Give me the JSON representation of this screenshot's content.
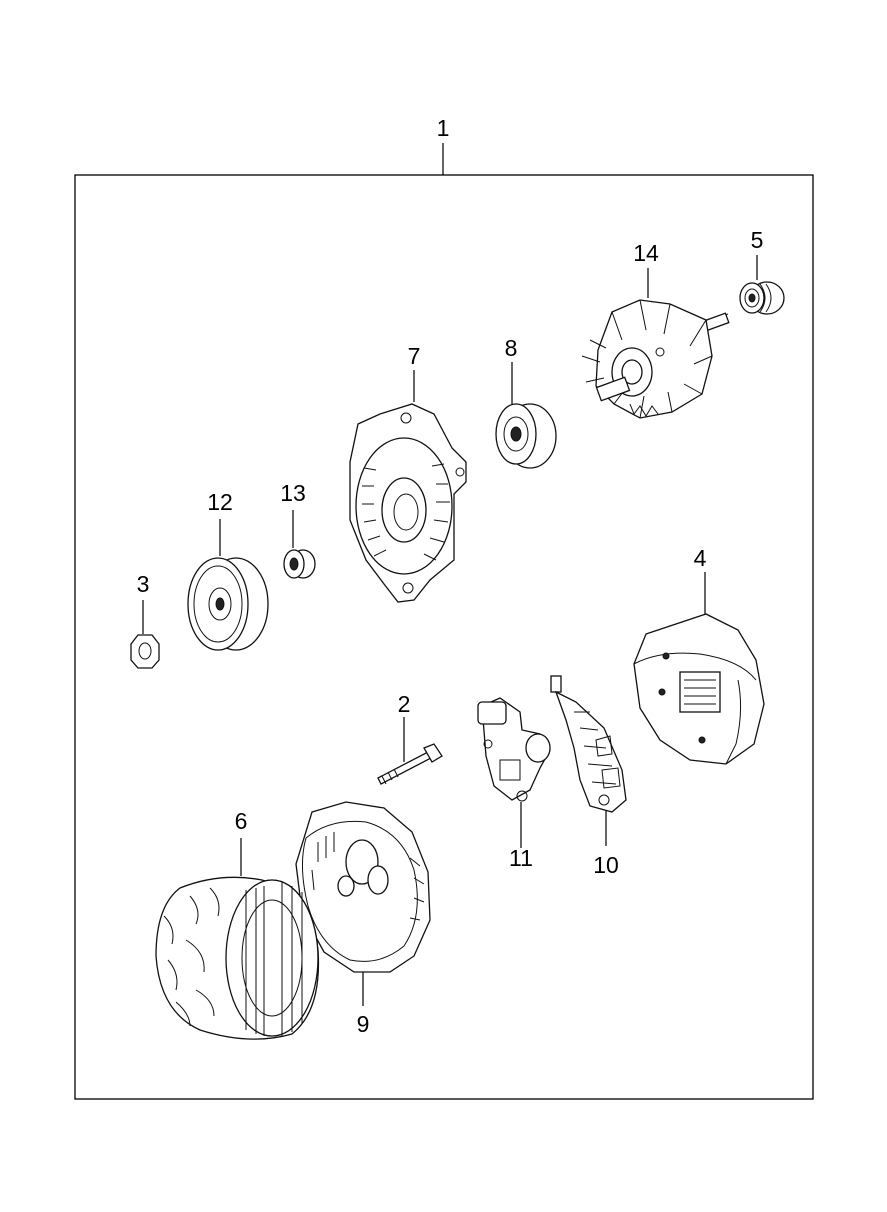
{
  "diagram": {
    "assembly_label": "1",
    "parts": [
      {
        "id": "p2",
        "label": "2",
        "icon": "bolt-icon"
      },
      {
        "id": "p3",
        "label": "3",
        "icon": "nut-icon"
      },
      {
        "id": "p4",
        "label": "4",
        "icon": "rear-cover-icon"
      },
      {
        "id": "p5",
        "label": "5",
        "icon": "bearing-icon"
      },
      {
        "id": "p6",
        "label": "6",
        "icon": "stator-icon"
      },
      {
        "id": "p7",
        "label": "7",
        "icon": "front-bracket-icon"
      },
      {
        "id": "p8",
        "label": "8",
        "icon": "bearing-icon"
      },
      {
        "id": "p9",
        "label": "9",
        "icon": "rear-bracket-icon"
      },
      {
        "id": "p10",
        "label": "10",
        "icon": "rectifier-icon"
      },
      {
        "id": "p11",
        "label": "11",
        "icon": "regulator-icon"
      },
      {
        "id": "p12",
        "label": "12",
        "icon": "pulley-icon"
      },
      {
        "id": "p13",
        "label": "13",
        "icon": "spacer-icon"
      },
      {
        "id": "p14",
        "label": "14",
        "icon": "rotor-icon"
      }
    ]
  }
}
